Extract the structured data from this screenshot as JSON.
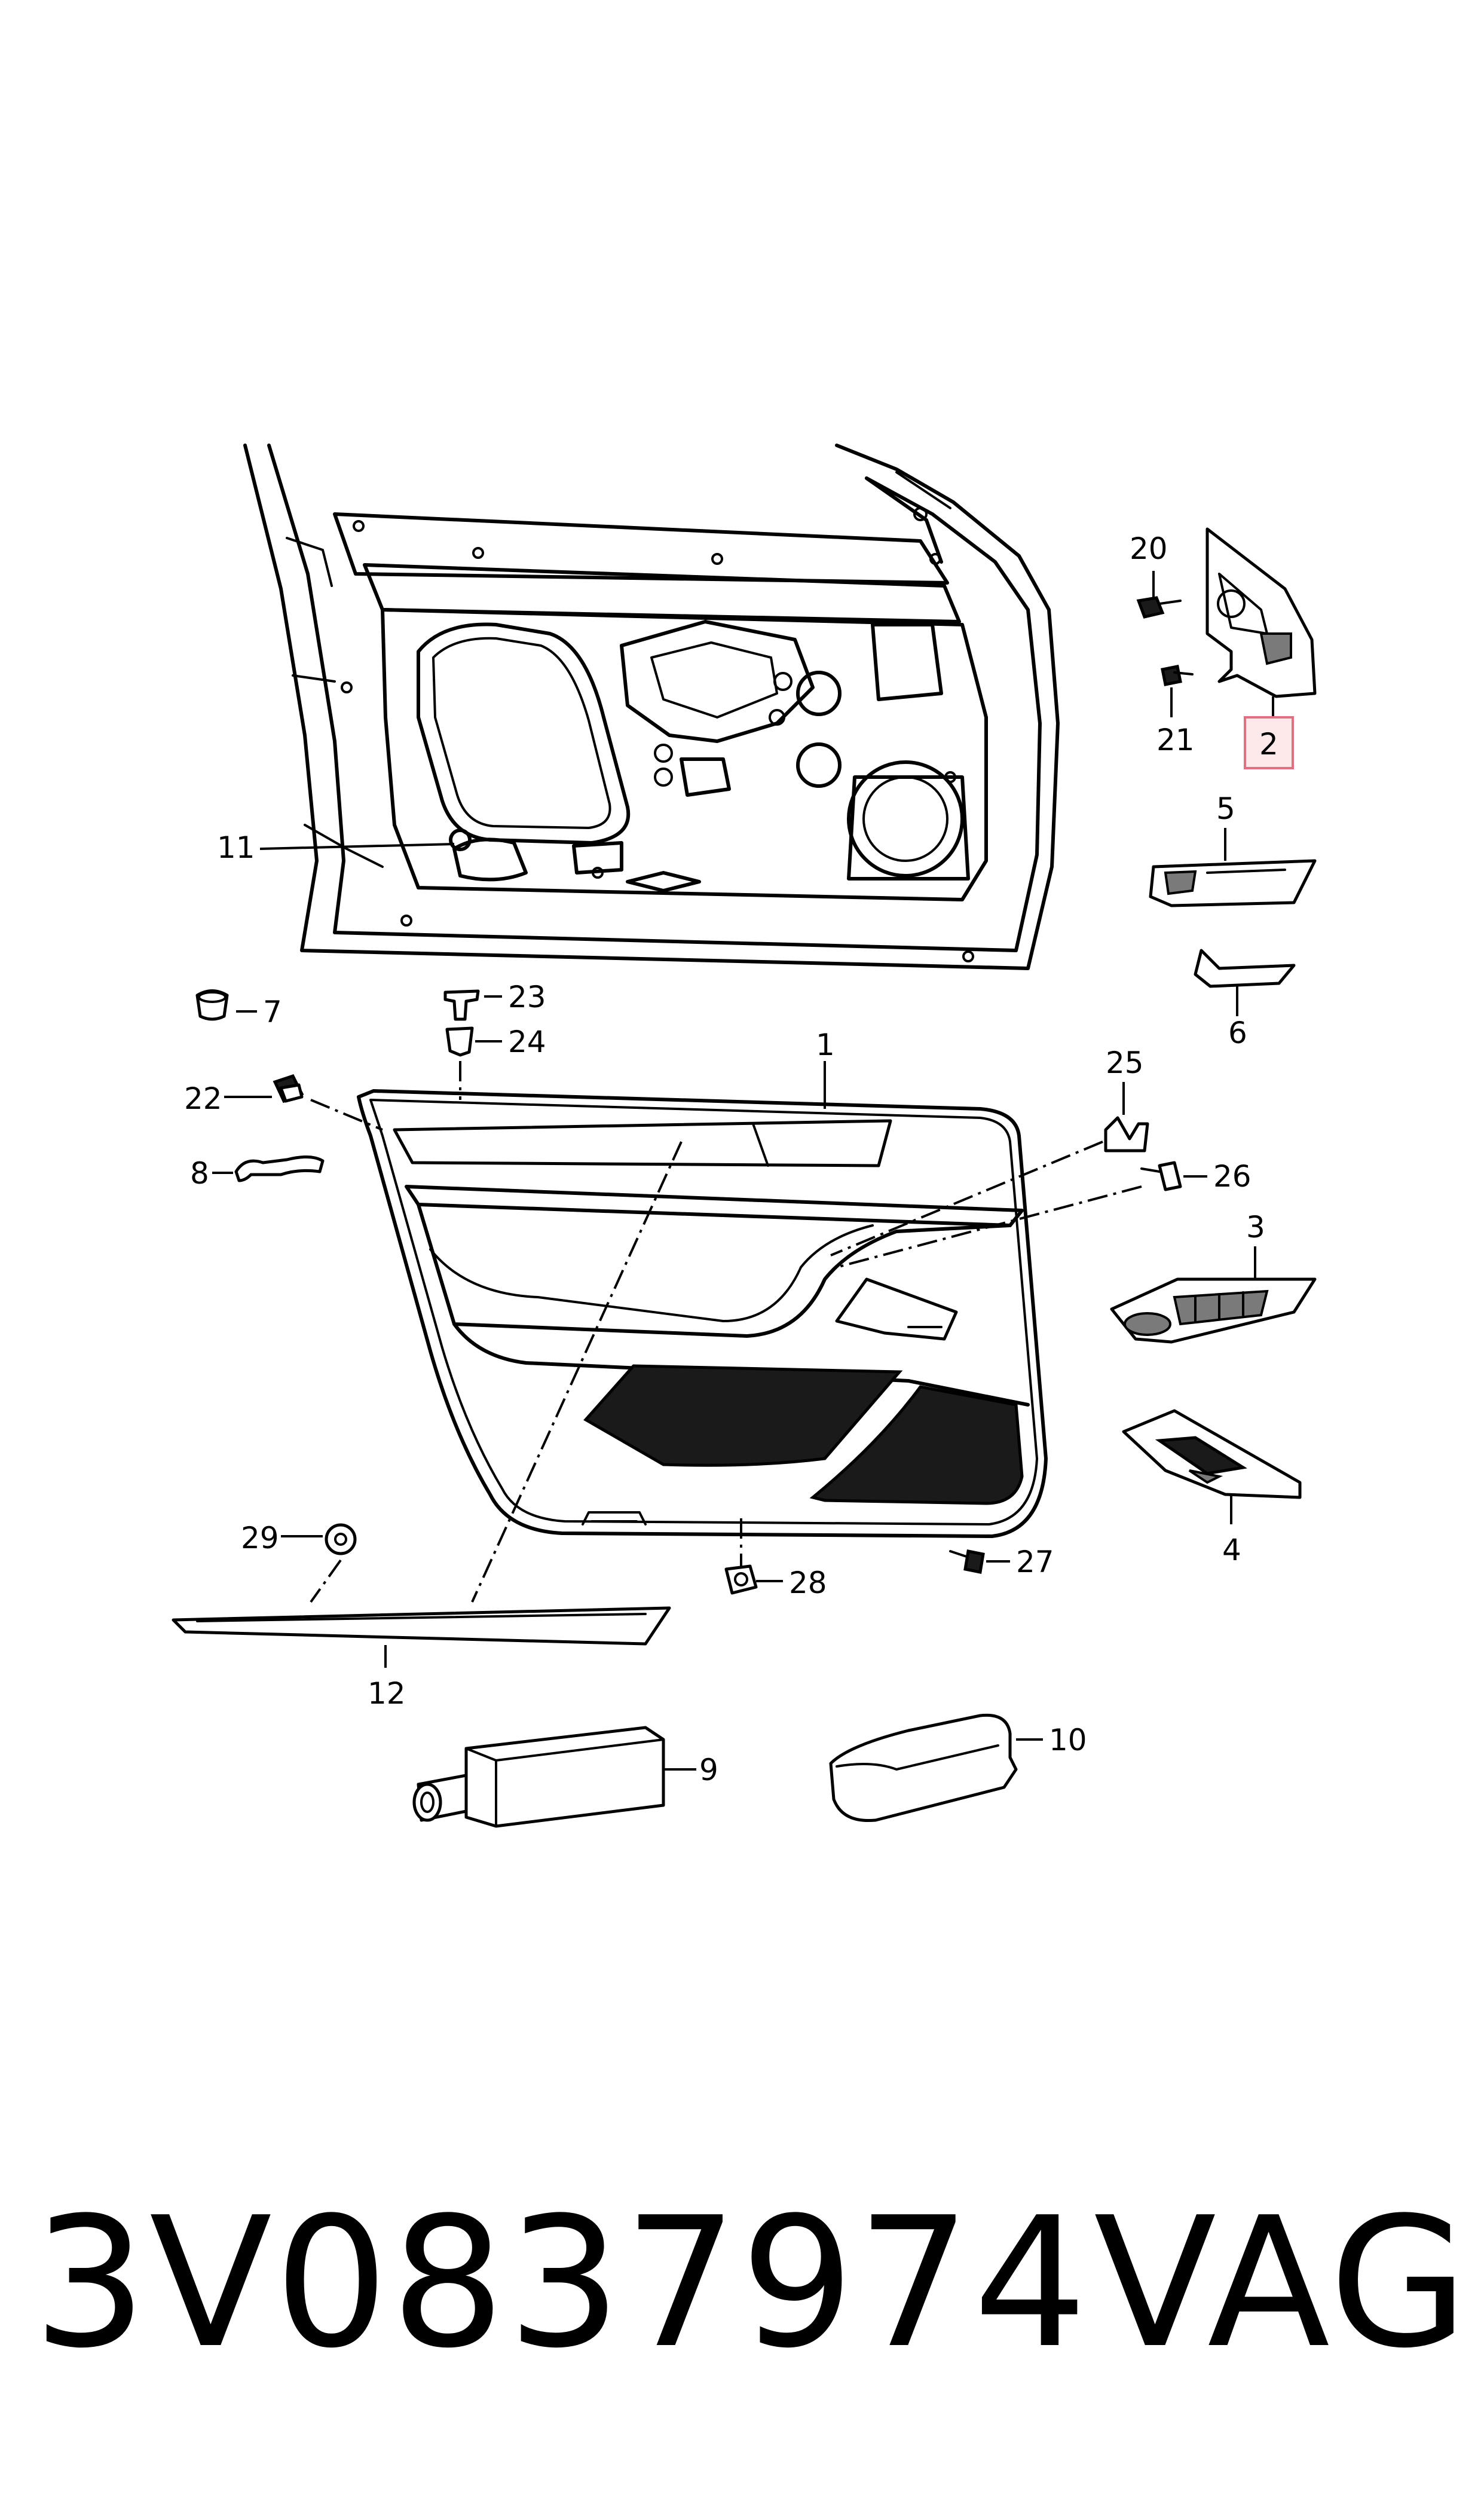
{
  "callouts": {
    "c1": "1",
    "c2": "2",
    "c3": "3",
    "c4": "4",
    "c5": "5",
    "c6": "6",
    "c7": "7",
    "c8": "8",
    "c9": "9",
    "c10": "10",
    "c11": "11",
    "c12": "12",
    "c20": "20",
    "c21": "21",
    "c22": "22",
    "c23": "23",
    "c24": "24",
    "c25": "25",
    "c26": "26",
    "c27": "27",
    "c28": "28",
    "c29": "29"
  },
  "highlighted_callout": "2",
  "highlight_color": "#e07080",
  "caption": {
    "part_number": "3V0837974",
    "brand": "VAG"
  }
}
